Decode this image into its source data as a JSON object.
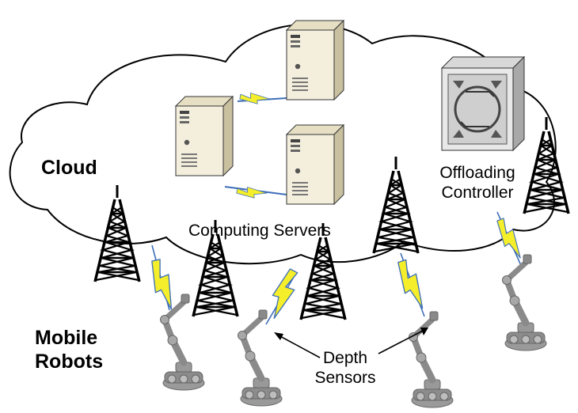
{
  "labels": {
    "cloud": "Cloud",
    "computing_servers": "Computing Servers",
    "offloading_line1": "Offloading",
    "offloading_line2": "Controller",
    "mobile_line1": "Mobile",
    "mobile_line2": "Robots",
    "depth_line1": "Depth",
    "depth_line2": "Sensors"
  },
  "colors": {
    "tower": "#000000",
    "lightning_fill": "#f5ee2a",
    "lightning_stroke": "#3d6fb8",
    "server_front": "#f3eedb",
    "server_side": "#d6ceb0",
    "robot": "#8c8c8c",
    "cloud_stroke": "#000000"
  },
  "icons": [
    "cloud-icon",
    "server-icon",
    "offloading-controller-icon",
    "cell-tower-icon",
    "lightning-icon",
    "robot-arm-icon",
    "arrow-icon"
  ]
}
